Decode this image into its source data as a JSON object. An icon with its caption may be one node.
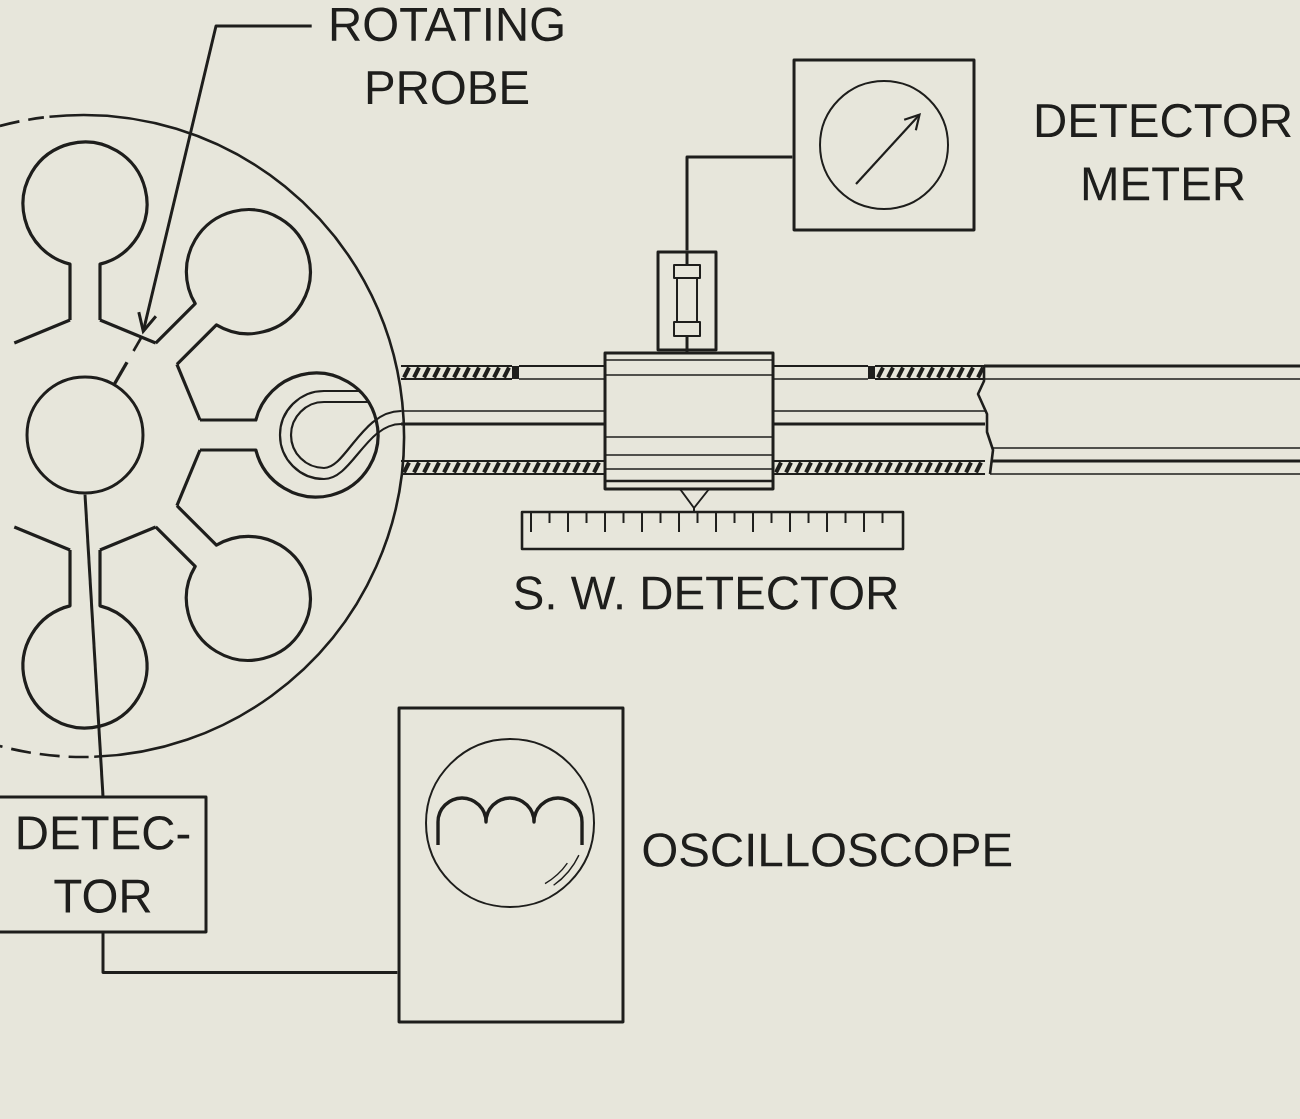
{
  "diagram": {
    "nodes": [
      {
        "text": [
          "ROTATING PROBE"
        ]
      },
      {
        "text": [],
        "shape": "picture"
      },
      {
        "text": [
          "DETECTOR METER"
        ]
      },
      {
        "text": [],
        "shape": "box"
      },
      {
        "text": [],
        "shape": "circle"
      },
      {
        "text": [
          "DETEC- TOR"
        ]
      },
      {
        "text": [
          "OSCILLOSCOPE"
        ]
      }
    ],
    "edges": [
      {
        "from": 0,
        "to": 1,
        "arrow": "to"
      },
      {
        "from": 2,
        "to": 3,
        "arrow": "none"
      },
      {
        "from": 4,
        "to": 5,
        "arrow": "none"
      },
      {
        "from": 5,
        "to": 6,
        "arrow": "none"
      }
    ],
    "labels": [
      "S. W. DETECTOR"
    ]
  }
}
